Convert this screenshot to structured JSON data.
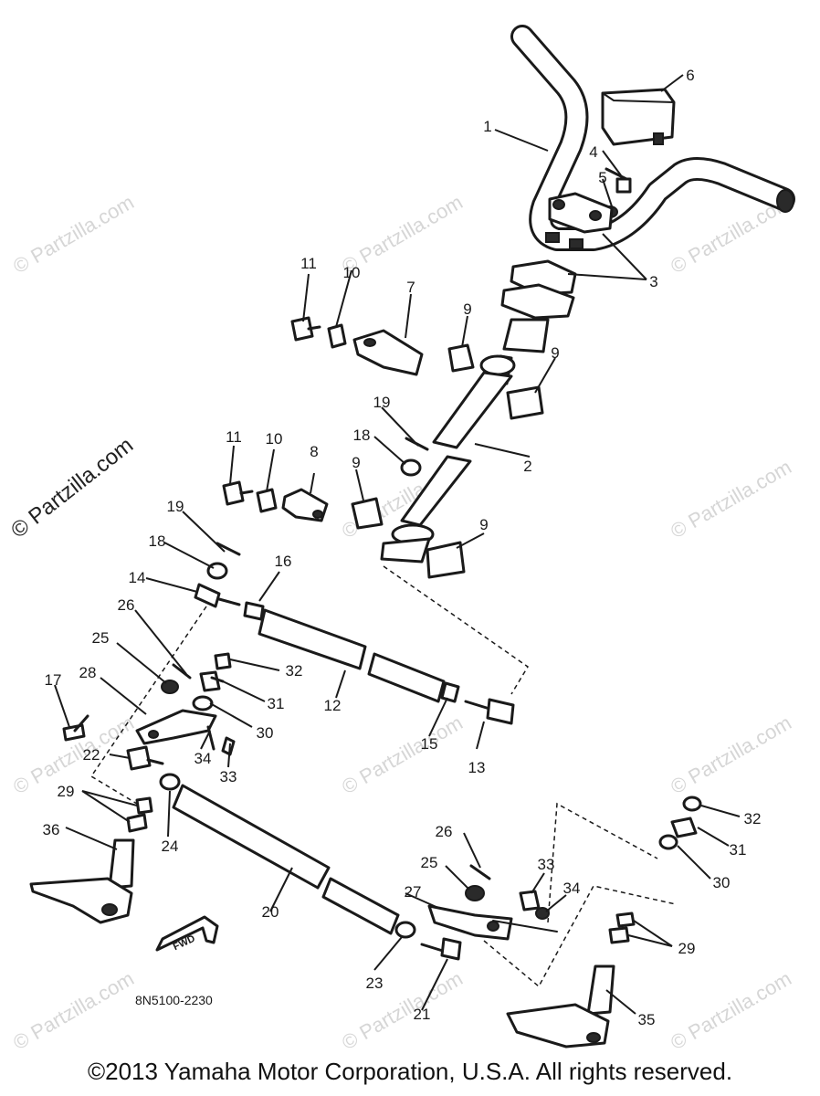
{
  "watermark": "© Partzilla.com",
  "diagram_code": "8N5100-2230",
  "fwd_label": "FWD",
  "copyright": "©2013 Yamaha Motor Corporation, U.S.A. All rights reserved.",
  "callouts": {
    "c1": "1",
    "c2": "2",
    "c3": "3",
    "c4": "4",
    "c5": "5",
    "c6": "6",
    "c7": "7",
    "c8": "8",
    "c9a": "9",
    "c9b": "9",
    "c9c": "9",
    "c9d": "9",
    "c10a": "10",
    "c10b": "10",
    "c11a": "11",
    "c11b": "11",
    "c12": "12",
    "c13": "13",
    "c14": "14",
    "c15": "15",
    "c16": "16",
    "c17": "17",
    "c18a": "18",
    "c18b": "18",
    "c19a": "19",
    "c19b": "19",
    "c20": "20",
    "c21": "21",
    "c22": "22",
    "c23": "23",
    "c24": "24",
    "c25a": "25",
    "c25b": "25",
    "c26a": "26",
    "c26b": "26",
    "c27": "27",
    "c28": "28",
    "c29a": "29",
    "c29b": "29",
    "c30a": "30",
    "c30b": "30",
    "c31a": "31",
    "c31b": "31",
    "c32a": "32",
    "c32b": "32",
    "c33a": "33",
    "c33b": "33",
    "c34a": "34",
    "c34b": "34",
    "c35": "35",
    "c36": "36"
  }
}
